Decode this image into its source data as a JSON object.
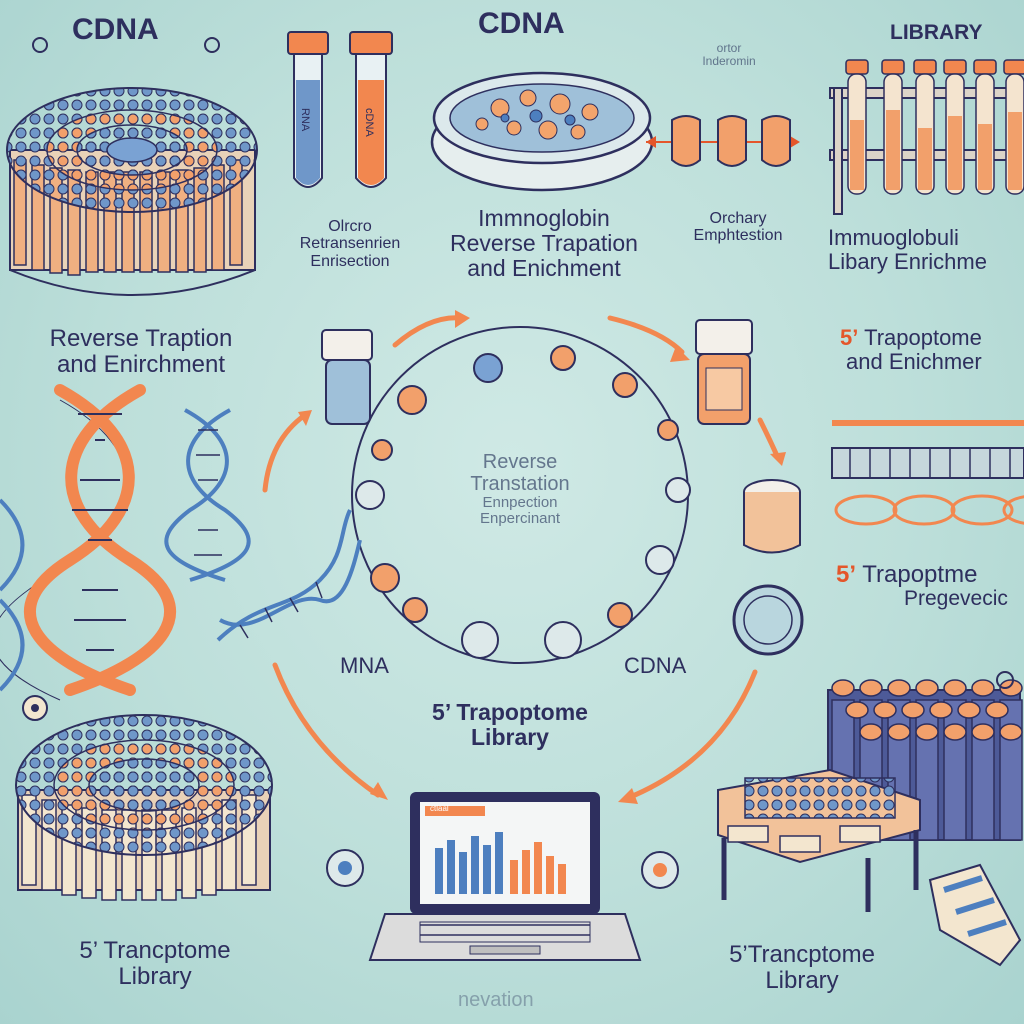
{
  "colors": {
    "background": "#bfe0dc",
    "navy": "#2e2f5e",
    "orange": "#f2874f",
    "blue": "#4d7fbf",
    "cream": "#f3e6cf"
  },
  "labels": {
    "cdna_top_left": "CDNA",
    "cdna_top_center": "CDNA",
    "library_top_right": "LIBRARY",
    "tube_text_left": "RNA",
    "tube_text_right": "cDNA",
    "oligo_label_1": "Olrcro",
    "oligo_label_2": "Retransenrien",
    "oligo_label_3": "Enrisection",
    "imm_label_1": "Immnoglobin",
    "imm_label_2": "Reverse Trapation",
    "imm_label_3": "and Enichment",
    "small_header_1": "ortor",
    "small_header_2": "Inderomin",
    "orchary_1": "Orchary",
    "orchary_2": "Emphtestion",
    "right_imm_1": "Immuoglobuli",
    "right_imm_2": "Libary Enrichme",
    "left_reverse_1": "Reverse Traption",
    "left_reverse_2": "and Enirchment",
    "right_5prime_a1_prefix": "5’",
    "right_5prime_a1_rest": " Trapoptome",
    "right_5prime_a2": "and Enichmer",
    "center_1": "Reverse",
    "center_2": "Transtation",
    "center_3": "Ennpection",
    "center_4": "Enpercinant",
    "mna": "MNA",
    "cdna_center": "CDNA",
    "center_bottom_1": "5’ Trapoptome",
    "center_bottom_2": "Library",
    "right_5prime_b1_prefix": "5’",
    "right_5prime_b1_rest": " Trapoptme",
    "right_5prime_b2": "Pregevecic",
    "bottom_left_1": "5’ Trancptome",
    "bottom_left_2": "Library",
    "bottom_right_1": "5’Trancptome",
    "bottom_right_2": "Library",
    "bottom_faint": "nevation",
    "laptop_tab": "ctlaal"
  }
}
